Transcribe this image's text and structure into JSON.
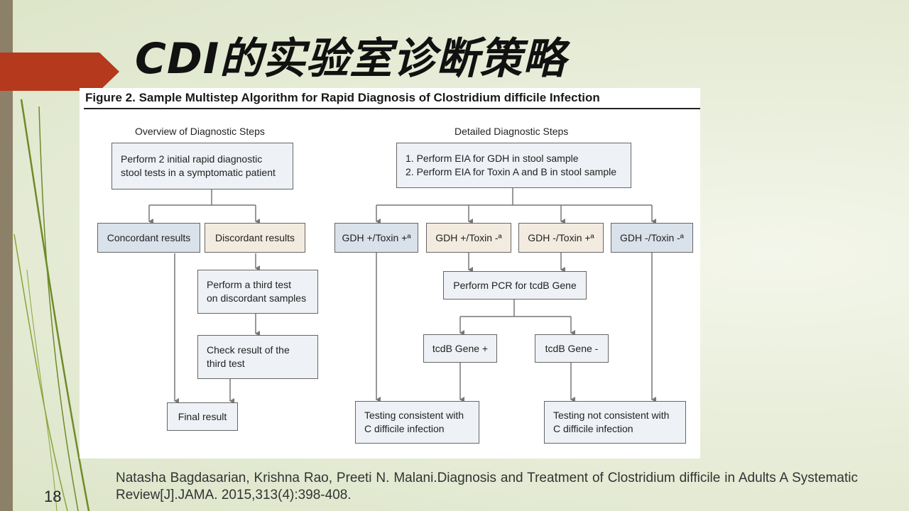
{
  "slide": {
    "title": "CDI的实验室诊断策略",
    "page_number": "18",
    "citation": "Natasha Bagdasarian, Krishna Rao, Preeti N. Malani.Diagnosis and Treatment of Clostridium difficile in Adults A Systematic Review[J].JAMA. 2015,313(4):398-408."
  },
  "figure": {
    "title": "Figure 2. Sample Multistep Algorithm for Rapid Diagnosis of Clostridium difficile Infection",
    "overview": {
      "heading": "Overview of Diagnostic Steps",
      "initial_line1": "Perform 2 initial rapid diagnostic",
      "initial_line2": "stool tests in a symptomatic patient",
      "concordant": "Concordant results",
      "discordant": "Discordant results",
      "third_test_line1": "Perform a third test",
      "third_test_line2": "on discordant samples",
      "check_line1": "Check result of the",
      "check_line2": "third test",
      "final": "Final result"
    },
    "detailed": {
      "heading": "Detailed Diagnostic Steps",
      "step1": "1. Perform EIA for GDH in stool sample",
      "step2": "2. Perform EIA for Toxin A and B in stool sample",
      "gdh_pos_tox_pos": "GDH +/Toxin +ª",
      "gdh_pos_tox_neg": "GDH +/Toxin -ª",
      "gdh_neg_tox_pos": "GDH -/Toxin +ª",
      "gdh_neg_tox_neg": "GDH -/Toxin -ª",
      "pcr": "Perform PCR for tcdB Gene",
      "tcdb_pos": "tcdB Gene +",
      "tcdb_neg": "tcdB Gene -",
      "consistent_line1": "Testing consistent with",
      "consistent_line2": "C difficile infection",
      "not_consistent_line1": "Testing not consistent with",
      "not_consistent_line2": "C difficile infection"
    }
  },
  "colors": {
    "accent": "#b5391c",
    "left_bar": "#8c8068",
    "box_blue": "#d9e1ea",
    "box_tan": "#f4ebe0",
    "connector": "#777777"
  }
}
